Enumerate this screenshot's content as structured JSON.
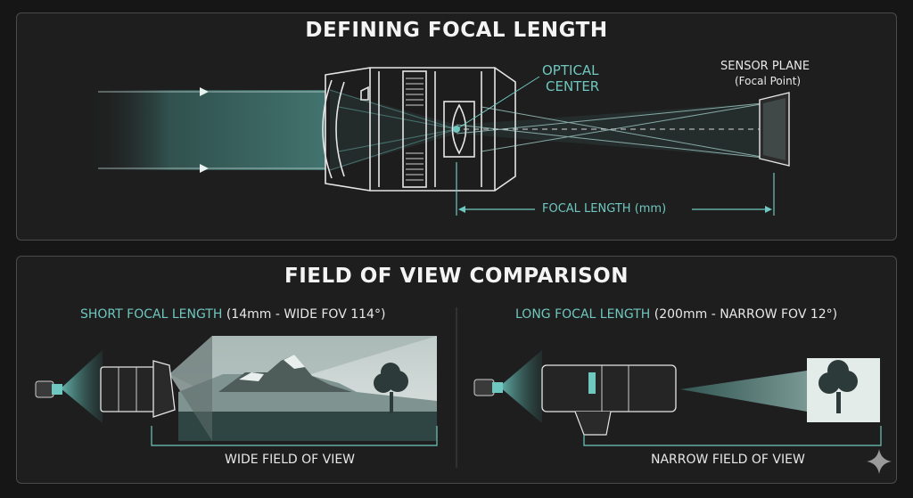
{
  "top_panel": {
    "title": "DEFINING FOCAL LENGTH",
    "optical_center_line1": "OPTICAL",
    "optical_center_line2": "CENTER",
    "sensor_plane": "SENSOR PLANE",
    "focal_point": "(Focal Point)",
    "focal_length_label": "FOCAL LENGTH (mm)"
  },
  "bottom_panel": {
    "title": "FIELD OF VIEW COMPARISON",
    "short": {
      "heading_accent": "SHORT FOCAL LENGTH",
      "heading_rest": " (14mm - WIDE FOV 114°)",
      "caption": "WIDE FIELD OF VIEW"
    },
    "long": {
      "heading_accent": "LONG FOCAL LENGTH",
      "heading_rest": " (200mm - NARROW FOV 12°)",
      "caption": "NARROW FIELD OF VIEW"
    }
  },
  "colors": {
    "accent": "#6fc7bf",
    "panel_border": "#4a4a4a",
    "background": "#161616"
  },
  "icons": [
    "sparkle-icon"
  ]
}
